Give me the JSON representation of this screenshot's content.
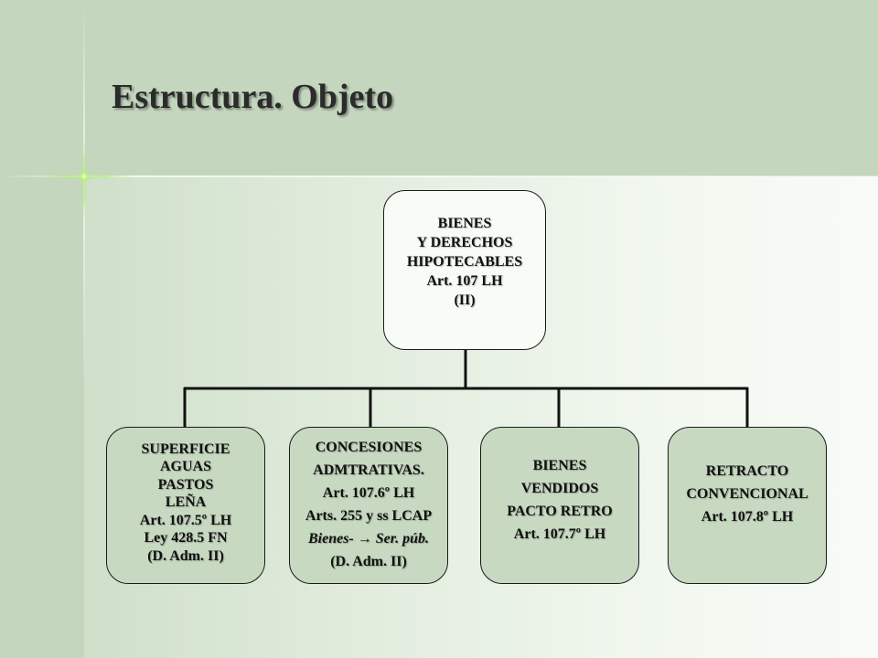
{
  "slide": {
    "title": "Estructura. Objeto"
  },
  "diagram": {
    "root": {
      "lines": [
        "BIENES",
        "Y DERECHOS",
        "HIPOTECABLES",
        "Art. 107 LH",
        "(II)"
      ]
    },
    "children": [
      {
        "lines": [
          "SUPERFICIE",
          "AGUAS",
          "PASTOS",
          "LEÑA",
          "Art. 107.5º LH",
          "Ley 428.5 FN",
          "(D. Adm. II)"
        ]
      },
      {
        "lines": [
          "CONCESIONES",
          "ADMTRATIVAS.",
          "Art. 107.6º LH",
          "Arts. 255 y ss LCAP"
        ],
        "italic_line": {
          "before": "Bienes-",
          "arrow": "→",
          "after": "Ser. púb."
        },
        "last_line": "(D. Adm. II)"
      },
      {
        "lines": [
          "BIENES",
          "VENDIDOS",
          "PACTO RETRO",
          "Art. 107.7º LH"
        ]
      },
      {
        "lines": [
          "RETRACTO",
          "CONVENCIONAL",
          "Art. 107.8º LH"
        ]
      }
    ]
  },
  "colors": {
    "background": "#c5d6bf",
    "root_fill": "#f8fcf6",
    "child_fill": "#c8d9c2",
    "text": "#111111",
    "sparkle": "#d7ffa0"
  }
}
